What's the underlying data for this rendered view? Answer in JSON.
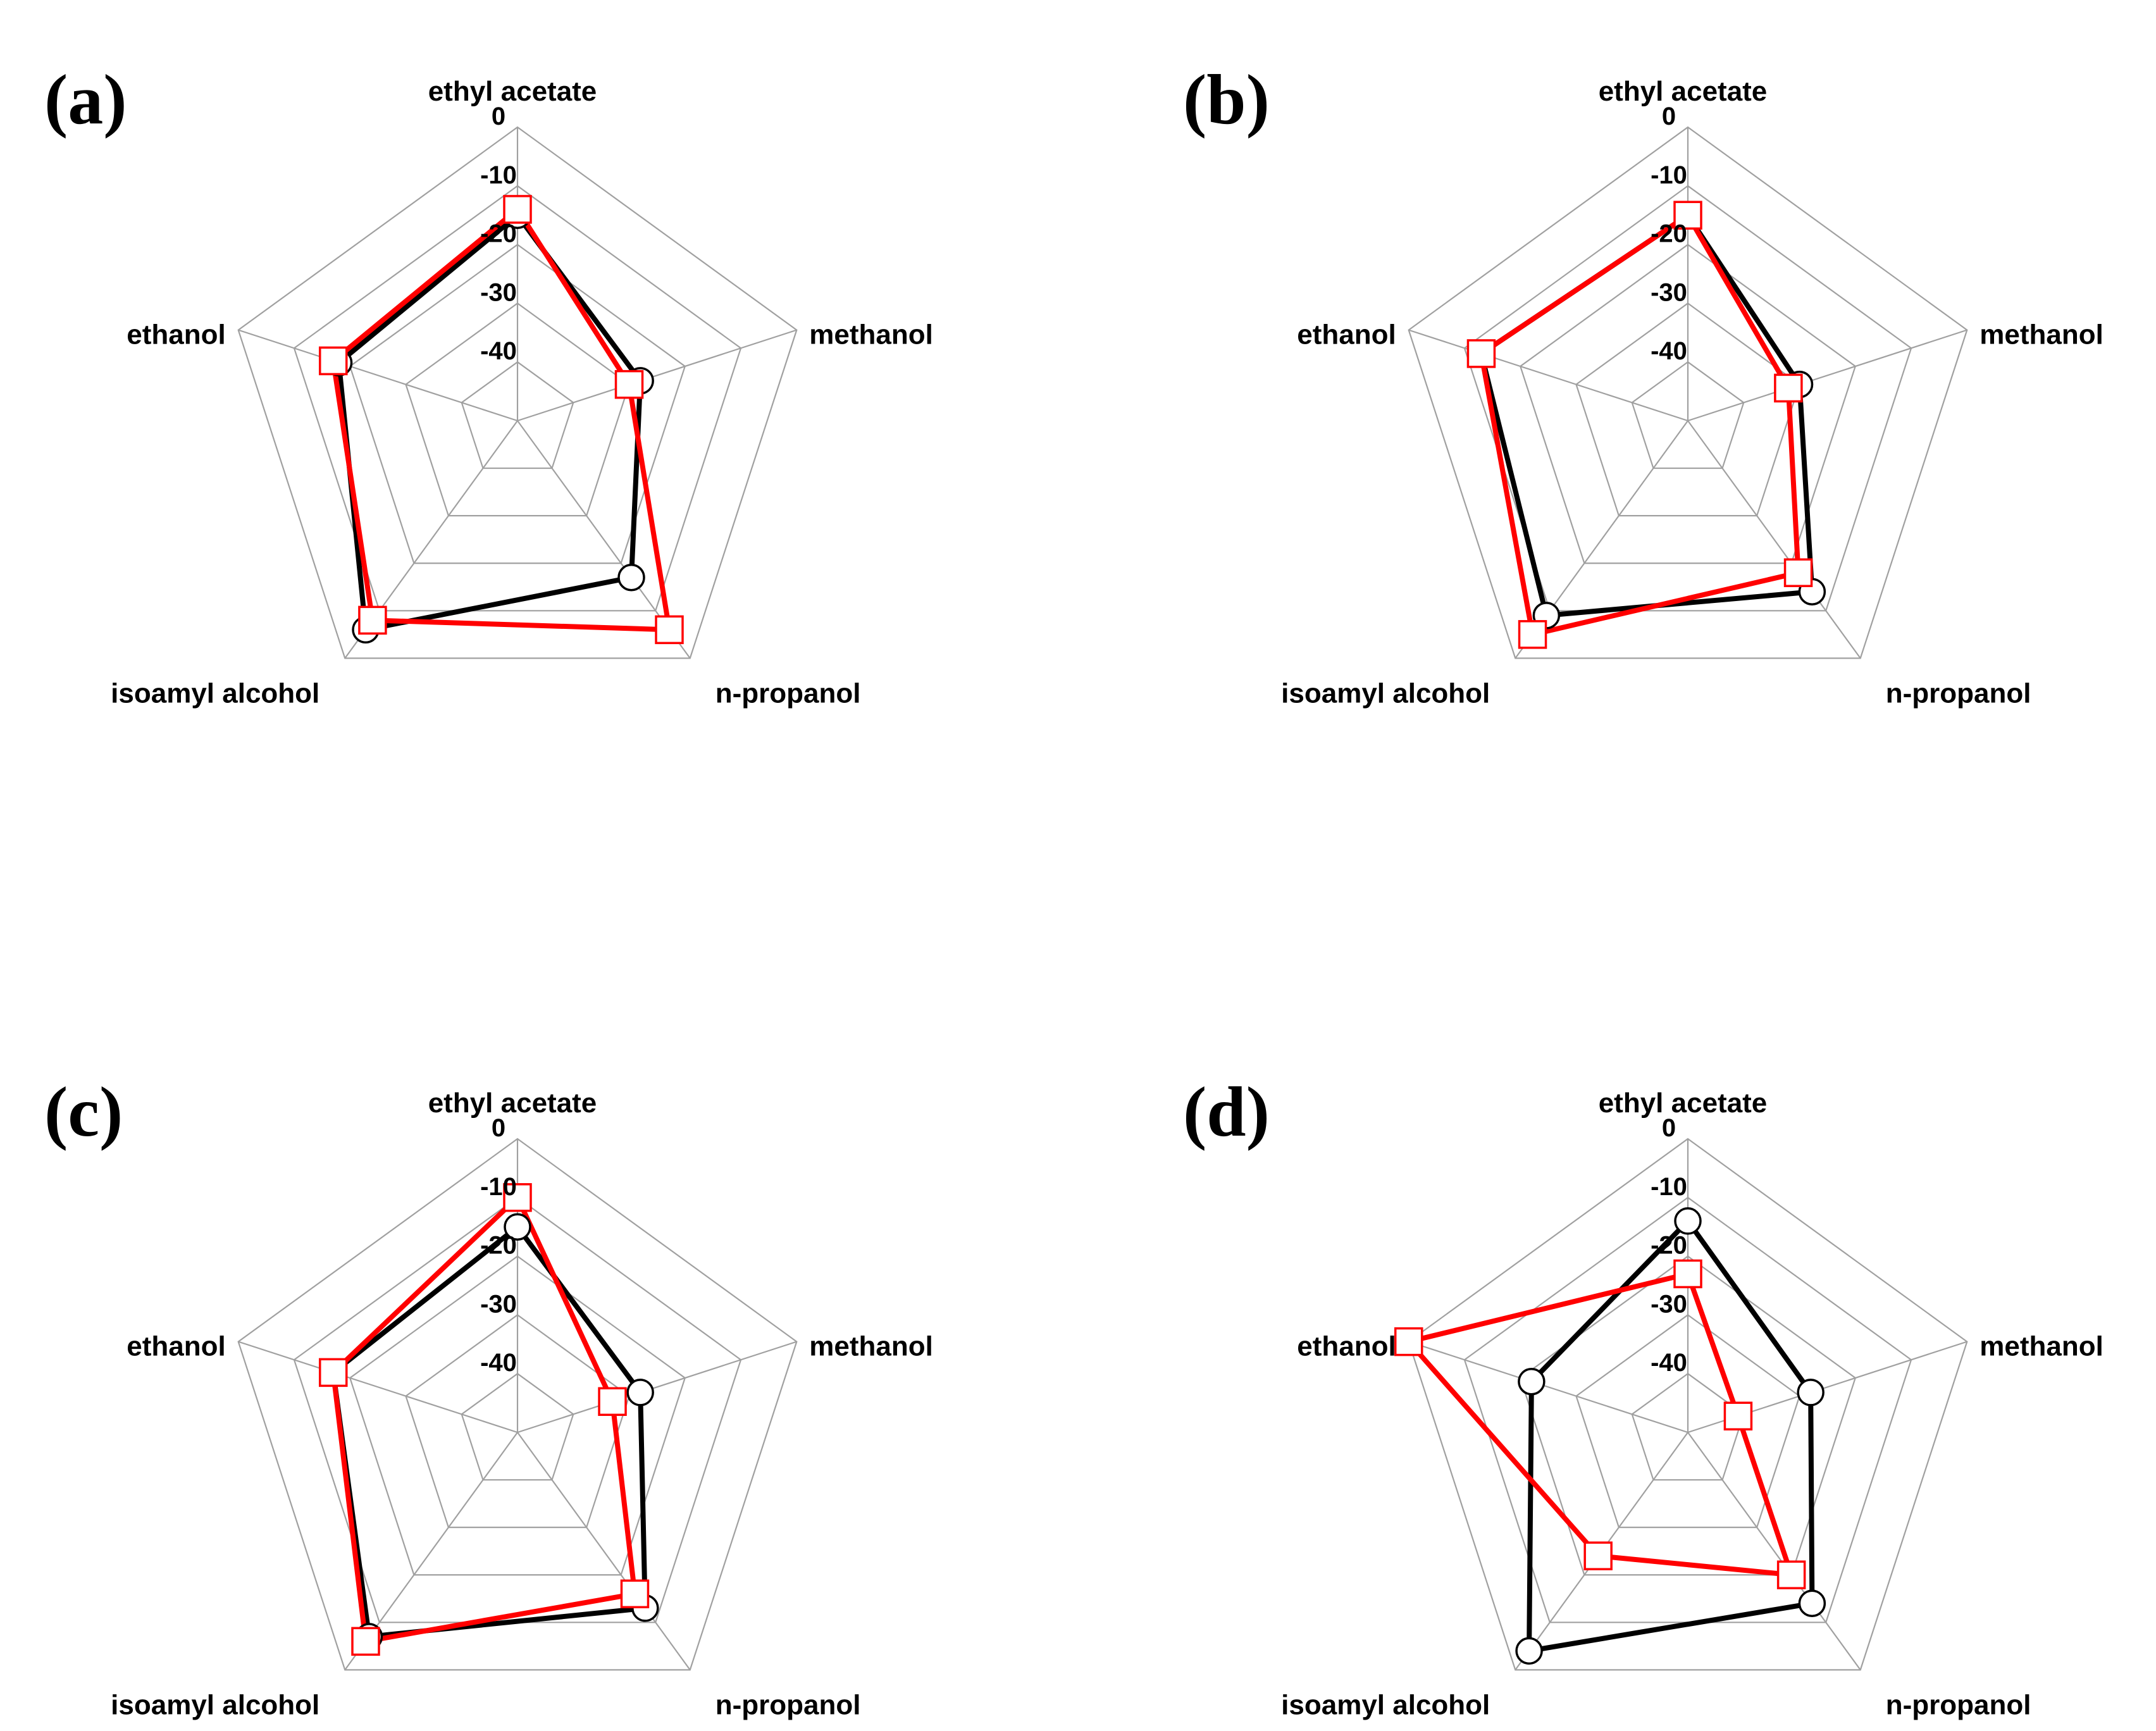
{
  "chart_data": [
    {
      "type": "radar",
      "panel_label": "(a)",
      "axes": [
        "ethyl acetate",
        "methanol",
        "n-propanol",
        "isoamyl alcohol",
        "ethanol"
      ],
      "ticks": [
        "0",
        "-10",
        "-20",
        "-30",
        "-40"
      ],
      "rlim": [
        -50,
        0
      ],
      "grid": true,
      "series": [
        {
          "marker": "circle",
          "color": "#000000",
          "values": [
            -15,
            -28,
            -17,
            -6,
            -18
          ]
        },
        {
          "marker": "square",
          "color": "#ff0000",
          "values": [
            -14,
            -30,
            -6,
            -8,
            -17
          ]
        }
      ]
    },
    {
      "type": "radar",
      "panel_label": "(b)",
      "axes": [
        "ethyl acetate",
        "methanol",
        "n-propanol",
        "isoamyl alcohol",
        "ethanol"
      ],
      "ticks": [
        "0",
        "-10",
        "-20",
        "-30",
        "-40"
      ],
      "rlim": [
        -50,
        0
      ],
      "grid": true,
      "series": [
        {
          "marker": "circle",
          "color": "#000000",
          "values": [
            -15,
            -30,
            -14,
            -9,
            -13
          ]
        },
        {
          "marker": "square",
          "color": "#ff0000",
          "values": [
            -15,
            -32,
            -18,
            -5,
            -13
          ]
        }
      ]
    },
    {
      "type": "radar",
      "panel_label": "(c)",
      "axes": [
        "ethyl acetate",
        "methanol",
        "n-propanol",
        "isoamyl alcohol",
        "ethanol"
      ],
      "ticks": [
        "0",
        "-10",
        "-20",
        "-30",
        "-40"
      ],
      "rlim": [
        -50,
        0
      ],
      "grid": true,
      "series": [
        {
          "marker": "circle",
          "color": "#000000",
          "values": [
            -15,
            -28,
            -13,
            -7,
            -17
          ]
        },
        {
          "marker": "square",
          "color": "#ff0000",
          "values": [
            -10,
            -33,
            -16,
            -6,
            -17
          ]
        }
      ]
    },
    {
      "type": "radar",
      "panel_label": "(d)",
      "axes": [
        "ethyl acetate",
        "methanol",
        "n-propanol",
        "isoamyl alcohol",
        "ethanol"
      ],
      "ticks": [
        "0",
        "-10",
        "-20",
        "-30",
        "-40"
      ],
      "rlim": [
        -50,
        0
      ],
      "grid": true,
      "series": [
        {
          "marker": "circle",
          "color": "#000000",
          "values": [
            -14,
            -28,
            -14,
            -4,
            -22
          ]
        },
        {
          "marker": "square",
          "color": "#ff0000",
          "values": [
            -23,
            -41,
            -20,
            -24,
            0
          ]
        }
      ]
    }
  ]
}
